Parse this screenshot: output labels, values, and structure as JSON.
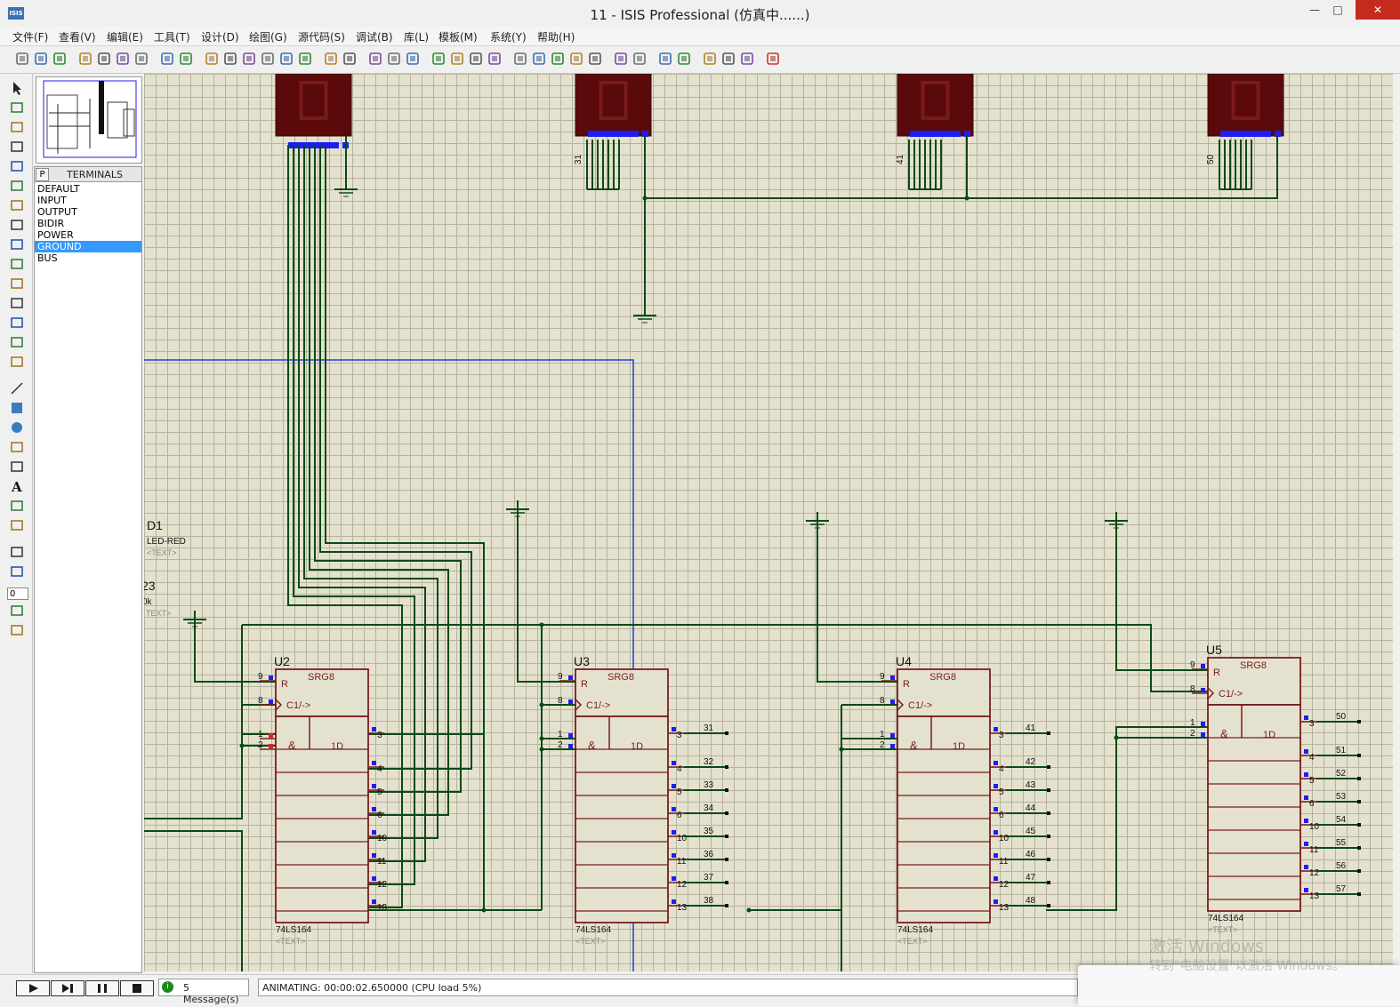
{
  "window": {
    "title": "11 - ISIS Professional (仿真中......)",
    "app_icon_text": "ISIS",
    "minimize_icon": "minimize-icon",
    "maximize_icon": "maximize-icon",
    "close_icon": "close-icon"
  },
  "menu": [
    "文件(F)",
    "查看(V)",
    "编辑(E)",
    "工具(T)",
    "设计(D)",
    "绘图(G)",
    "源代码(S)",
    "调试(B)",
    "库(L)",
    "模板(M)",
    "系统(Y)",
    "帮助(H)"
  ],
  "toolbar_icons": [
    "new-file-icon",
    "open-file-icon",
    "save-icon",
    "import-icon",
    "export-icon",
    "print-icon",
    "print-area-icon",
    "refresh-icon",
    "grid-icon",
    "origin-icon",
    "pan-icon",
    "zoom-in-icon",
    "zoom-out-icon",
    "zoom-all-icon",
    "zoom-area-icon",
    "undo-icon",
    "redo-icon",
    "cut-icon",
    "copy-icon",
    "paste-icon",
    "block-copy-icon",
    "block-move-icon",
    "block-rotate-icon",
    "block-delete-icon",
    "pick-device-icon",
    "make-device-icon",
    "package-icon",
    "decompose-icon",
    "wire-autoroute-icon",
    "search-icon",
    "property-tool-icon",
    "new-sheet-icon",
    "remove-sheet-icon",
    "bom-icon",
    "erc-icon",
    "netlist-icon",
    "ares-icon"
  ],
  "left_tools": [
    "selection-mode-icon",
    "component-mode-icon",
    "junction-dot-icon",
    "wire-label-icon",
    "text-script-icon",
    "bus-icon",
    "subcircuit-icon",
    "terminals-mode-icon",
    "device-pins-icon",
    "graph-mode-icon",
    "tape-recorder-icon",
    "generator-icon",
    "voltage-probe-icon",
    "current-probe-icon",
    "virtual-instrument-icon",
    "line-icon",
    "box-icon",
    "circle-icon",
    "arc-icon",
    "path-icon",
    "text-icon",
    "symbol-icon",
    "marker-icon",
    "rotate-cw-icon",
    "rotate-ccw-icon",
    "mirror-x-icon",
    "mirror-y-icon"
  ],
  "rotation_value": "0",
  "terminals_panel": {
    "p_button": "P",
    "title": "TERMINALS",
    "items": [
      "DEFAULT",
      "INPUT",
      "OUTPUT",
      "BIDIR",
      "POWER",
      "GROUND",
      "BUS"
    ],
    "selected": "GROUND"
  },
  "schematic": {
    "partial_labels": {
      "d1": "D1",
      "led": "LED-RED",
      "text1": "<TEXT>",
      "r3": "23",
      "r3_value": "0k",
      "text2": "TEXT>"
    },
    "chips": [
      {
        "ref": "U2",
        "type": "74LS164",
        "func": "SRG8",
        "outputs": [
          "",
          "",
          "",
          "",
          "",
          "",
          "",
          ""
        ]
      },
      {
        "ref": "U3",
        "type": "74LS164",
        "func": "SRG8",
        "outputs": [
          "31",
          "32",
          "33",
          "34",
          "35",
          "36",
          "37",
          "38"
        ]
      },
      {
        "ref": "U4",
        "type": "74LS164",
        "func": "SRG8",
        "outputs": [
          "41",
          "42",
          "43",
          "44",
          "45",
          "46",
          "47",
          "48"
        ]
      },
      {
        "ref": "U5",
        "type": "74LS164",
        "func": "SRG8",
        "outputs": [
          "50",
          "51",
          "52",
          "53",
          "54",
          "55",
          "56",
          "57"
        ]
      }
    ],
    "pin_labels": {
      "reset": "9",
      "clock": "8",
      "a": "1",
      "b": "2",
      "outs": [
        "3",
        "4",
        "5",
        "6",
        "10",
        "11",
        "12",
        "13"
      ]
    },
    "chip_text": {
      "r": "R",
      "clk": "C1/->",
      "and": "&",
      "d": "1D",
      "placeholder": "<TEXT>"
    },
    "display_pin_labels": [
      "31",
      "41",
      "50"
    ]
  },
  "status": {
    "messages": "5 Message(s)",
    "animating": "ANIMATING: 00:00:02.650000 (CPU load 5%)",
    "controls": [
      "play-icon",
      "step-icon",
      "pause-icon",
      "stop-icon"
    ]
  },
  "watermark": {
    "line1": "激活 Windows",
    "line2": "转到\"电脑设置\"以激活 Windows。"
  },
  "colors": {
    "wire": "#0a4a14",
    "component": "#7a1c1c",
    "component_fill": "#e4e2cf",
    "led_body": "#5a0a0a",
    "pin_marker": "#1e1ef0",
    "bus_line": "#2040d0",
    "grid": "#b5b39f"
  }
}
